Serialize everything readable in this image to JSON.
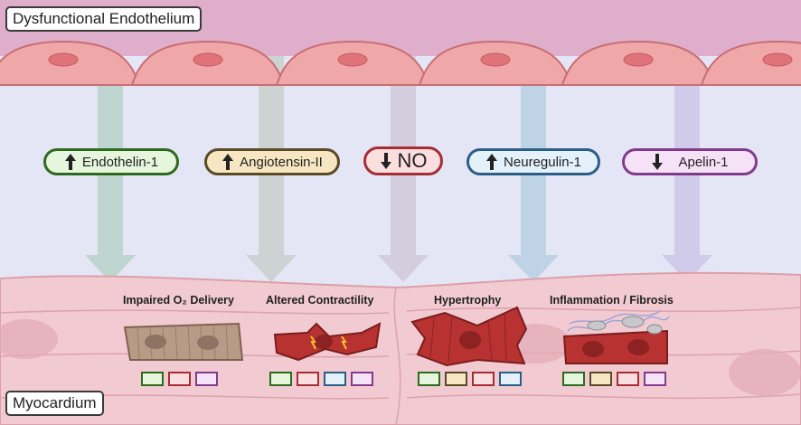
{
  "header": {
    "title": "Dysfunctional Endothelium"
  },
  "footer": {
    "title": "Myocardium"
  },
  "mediators": [
    {
      "label": "Endothelin-1",
      "direction": "up",
      "border": "#2e6a1e",
      "fill": "#e6f6dd",
      "arrow_color": "#b9d1c8"
    },
    {
      "label": "Angiotensin-II",
      "direction": "up",
      "border": "#5a4a26",
      "fill": "#f6e6c1",
      "arrow_color": "#c9cfcd"
    },
    {
      "label": "NO",
      "direction": "down",
      "border": "#a62c35",
      "fill": "#fbdede",
      "arrow_color": "#d1c8d8"
    },
    {
      "label": "Neuregulin-1",
      "direction": "up",
      "border": "#2b5e86",
      "fill": "#e4f0fa",
      "arrow_color": "#b9cfe4"
    },
    {
      "label": "Apelin-1",
      "direction": "down",
      "border": "#823a8c",
      "fill": "#f6e2f6",
      "arrow_color": "#cec6e9"
    }
  ],
  "effects": [
    {
      "label": "Impaired O₂ Delivery",
      "boxes": [
        "#2e6a1e",
        "#a62c35",
        "#823a8c"
      ],
      "box_fills": [
        "#e6f6dd",
        "#fbdede",
        "#f6e2f6"
      ]
    },
    {
      "label": "Altered Contractility",
      "boxes": [
        "#2e6a1e",
        "#a62c35",
        "#2b5e86",
        "#823a8c"
      ],
      "box_fills": [
        "#e6f6dd",
        "#fbdede",
        "#e4f0fa",
        "#f6e2f6"
      ]
    },
    {
      "label": "Hypertrophy",
      "boxes": [
        "#2e6a1e",
        "#5a4a26",
        "#a62c35",
        "#2b5e86"
      ],
      "box_fills": [
        "#e6f6dd",
        "#f6e6c1",
        "#fbdede",
        "#e4f0fa"
      ]
    },
    {
      "label": "Inflammation / Fibrosis",
      "boxes": [
        "#2e6a1e",
        "#5a4a26",
        "#a62c35",
        "#823a8c"
      ],
      "box_fills": [
        "#e6f6dd",
        "#f6e6c1",
        "#fbdede",
        "#f6e2f6"
      ]
    }
  ],
  "colors": {
    "endothelium_band": "#dfaecb",
    "endothelial_cell": "#f0a7a7",
    "endothelial_cell_border": "#c86d74",
    "lumen": "#e4e6f6",
    "myocardium": "#f2cbd2",
    "myocardium_lines": "#dc9fa9",
    "cell_red": "#b83232",
    "cell_tan": "#b99a86"
  },
  "icons": {
    "up": "arrow-up-icon",
    "down": "arrow-down-icon"
  }
}
